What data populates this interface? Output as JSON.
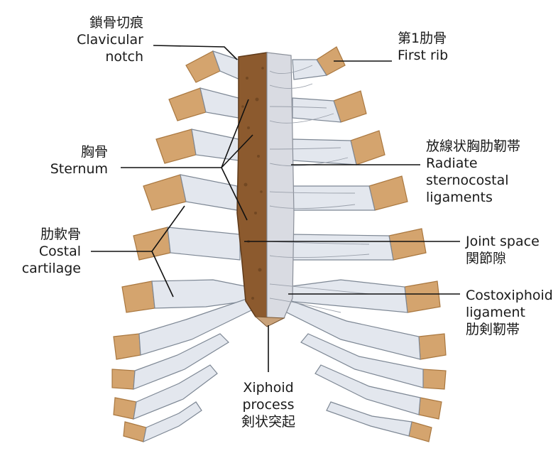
{
  "labels": {
    "clavicular_notch": {
      "jp": "鎖骨切痕",
      "en1": "Clavicular",
      "en2": "notch"
    },
    "first_rib": {
      "jp": "第1肋骨",
      "en": "First rib"
    },
    "sternum": {
      "jp": "胸骨",
      "en": "Sternum"
    },
    "radiate": {
      "jp": "放線状胸肋靭帯",
      "en1": "Radiate",
      "en2": "sternocostal",
      "en3": "ligaments"
    },
    "costal_cartilage": {
      "jp": "肋軟骨",
      "en1": "Costal",
      "en2": "cartilage"
    },
    "joint_space": {
      "en": "Joint space",
      "jp": "関節隙"
    },
    "costoxiphoid": {
      "en1": "Costoxiphoid",
      "en2": "ligament",
      "jp": "肋剣靭帯"
    },
    "xiphoid": {
      "en1": "Xiphoid",
      "en2": "process",
      "jp": "剣状突起"
    }
  },
  "colors": {
    "bone": "#d4a46e",
    "bone_dark": "#a9773f",
    "cartilage": "#e3e7ee",
    "cartilage_edge": "#7d8794",
    "sternum": "#8c5a2e",
    "ligament": "#d9dbe2",
    "leader": "#111111"
  }
}
